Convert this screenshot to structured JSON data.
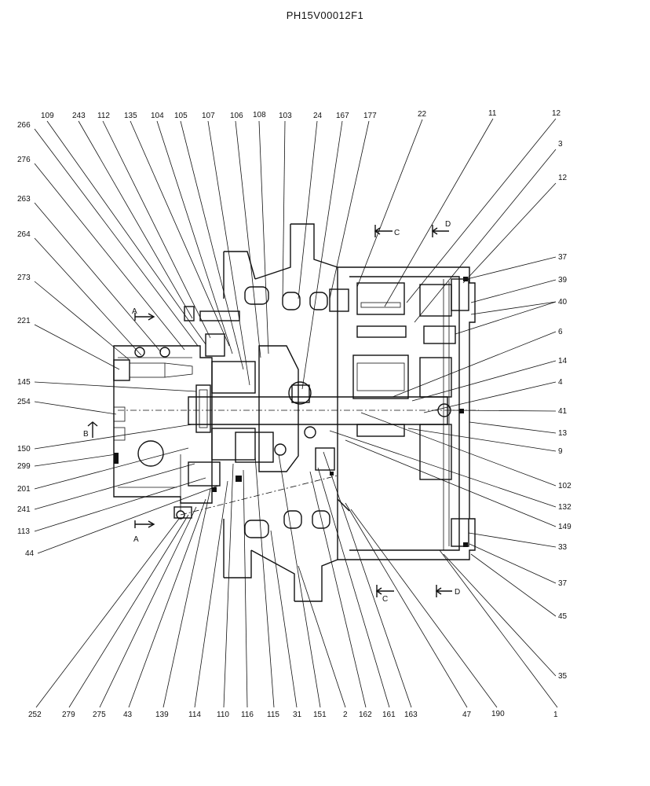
{
  "title": "PH15V00012F1",
  "section_marks": {
    "a_top": "A",
    "a_bottom": "A",
    "b": "B",
    "c_top": "C",
    "c_bottom": "C",
    "d_top": "D",
    "d_bottom": "D"
  },
  "labels": {
    "top": [
      "109",
      "243",
      "112",
      "135",
      "104",
      "105",
      "107",
      "106",
      "108",
      "103",
      "24",
      "167",
      "177",
      "22",
      "11",
      "12",
      "3",
      "12"
    ],
    "left": [
      "266",
      "276",
      "263",
      "264",
      "273",
      "221",
      "145",
      "254",
      "150",
      "299",
      "201",
      "241",
      "113",
      "44"
    ],
    "right": [
      "37",
      "39",
      "40",
      "6",
      "14",
      "4",
      "41",
      "13",
      "9",
      "102",
      "132",
      "149",
      "33",
      "37",
      "45",
      "35"
    ],
    "bottom": [
      "252",
      "279",
      "275",
      "43",
      "139",
      "114",
      "110",
      "116",
      "115",
      "31",
      "151",
      "2",
      "162",
      "161",
      "163",
      "47",
      "190",
      "1"
    ]
  }
}
